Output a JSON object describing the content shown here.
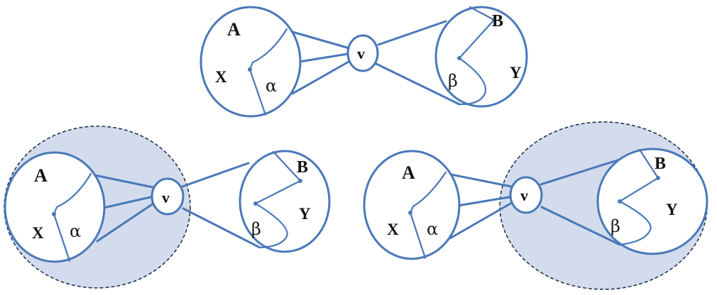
{
  "labels": {
    "set_a": "A",
    "set_b": "B",
    "set_x": "X",
    "set_y": "Y",
    "vertex": "v",
    "path_alpha": "α",
    "path_beta": "β"
  },
  "colors": {
    "stroke": "#4a78b8",
    "shade_fill": "#d3dced",
    "shade_border": "#24344f"
  }
}
